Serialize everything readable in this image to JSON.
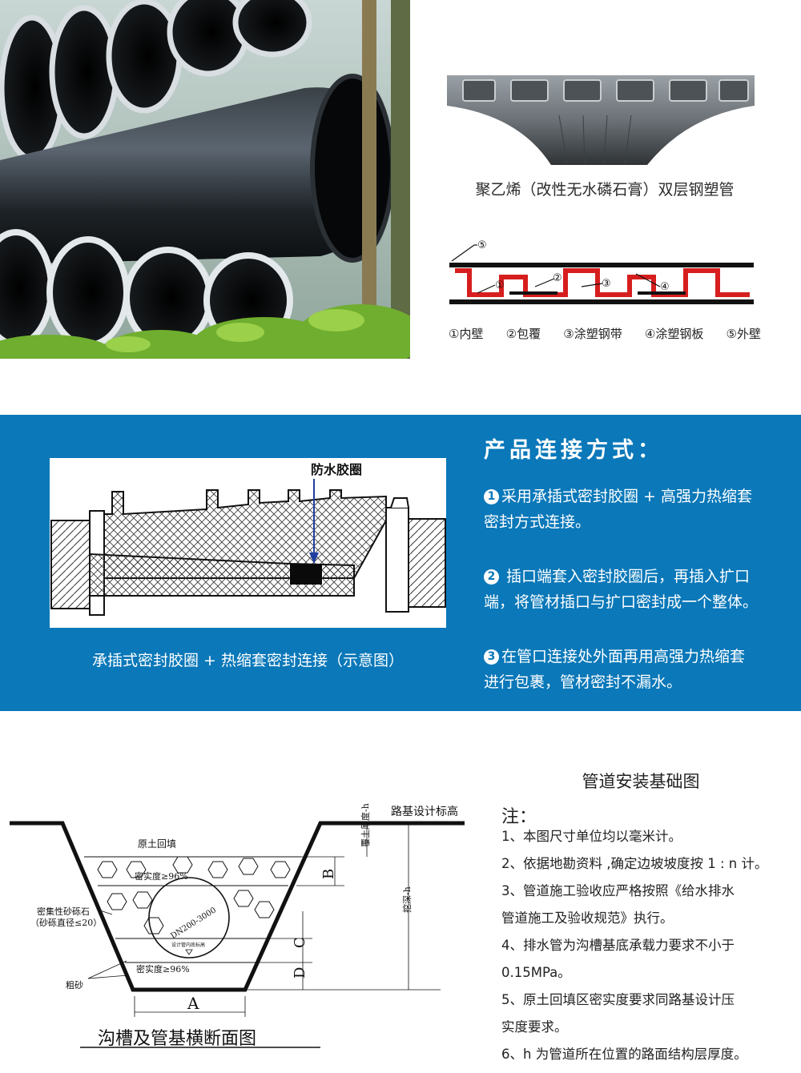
{
  "product": {
    "caption": "聚乙烯（改性无水磷石膏）双层钢塑管",
    "layer_numbers": [
      "⑤",
      "②",
      "③",
      "①",
      "④"
    ],
    "legend": [
      "①内壁",
      "②包覆",
      "③涂塑钢带",
      "④涂塑钢板",
      "⑤外壁"
    ]
  },
  "connection": {
    "title": "产品连接方式：",
    "figure_label": "防水胶圈",
    "figure_caption": "承插式密封胶圈 + 热缩套密封连接（示意图）",
    "items": [
      {
        "num": "1",
        "line1": "采用承插式密封胶圈 + 高强力热缩套",
        "line2": "密封方式连接。"
      },
      {
        "num": "2",
        "line1": " 插口端套入密封胶圈后，再插入扩口",
        "line2": "端，将管材插口与扩口密封成一个整体。"
      },
      {
        "num": "3",
        "line1": "在管口连接处外面再用高强力热缩套",
        "line2": "进行包裹，管材密封不漏水。"
      }
    ]
  },
  "install": {
    "diagram_title": "沟槽及管基横断面图",
    "labels": {
      "road": "路基设计标高",
      "backfill": "原土回填",
      "density1": "密实度≥96%",
      "density2": "密实度≥96%",
      "gravel1": "密集性砂砾石",
      "gravel2": "（砂砾直径≤20）",
      "coarse": "粗砂",
      "pipe": "DN200-3000",
      "invert": "设计管内底标高",
      "cover": "覆土厚度-h",
      "depth": "挖深-h",
      "A": "A",
      "B": "B",
      "C": "C",
      "D": "D"
    },
    "notes_title": "管道安装基础图",
    "notes_head": "注：",
    "notes": [
      "1、本图尺寸单位均以毫米计。",
      "2、依据地勘资料 ,确定边坡坡度按 1 : n 计。",
      "3、管道施工验收应严格按照《给水排水",
      "管道施工及验收规范》执行。",
      "4、排水管为沟槽基底承载力要求不小于",
      "0.15MPa。",
      "5、原土回填区密实度要求同路基设计压",
      "实度要求。",
      "6、h 为管道所在位置的路面结构层厚度。"
    ]
  }
}
